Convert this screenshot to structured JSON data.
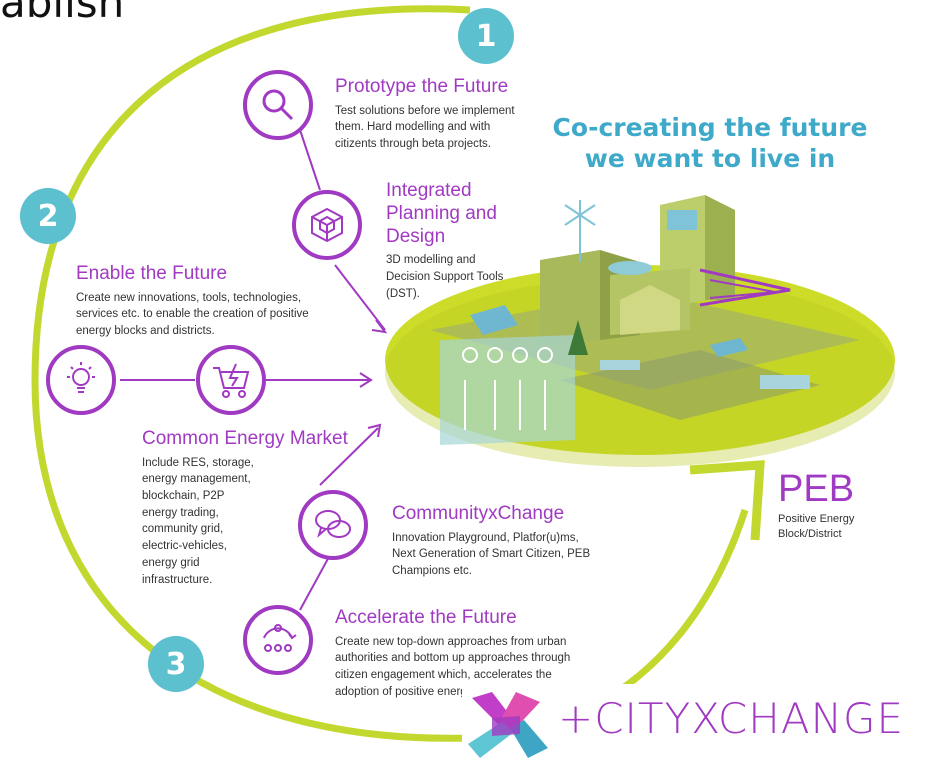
{
  "page_title_fragment": "ablish",
  "tagline": {
    "line1": "Co-creating the future",
    "line2": "we want to live in"
  },
  "steps": [
    {
      "number": "1",
      "icon": "step-1-badge"
    },
    {
      "number": "2",
      "icon": "step-2-badge"
    },
    {
      "number": "3",
      "icon": "step-3-badge"
    }
  ],
  "blocks": {
    "prototype": {
      "title": "Prototype the Future",
      "text": "Test solutions before we implement them. Hard modelling and with citizents through beta projects.",
      "icon": "magnifier-icon"
    },
    "integrated": {
      "title": "Integrated Planning and Design",
      "text": "3D modelling and Decision Support Tools (DST).",
      "icon": "cube-icon"
    },
    "enable": {
      "title": "Enable the Future",
      "text": "Create new innovations, tools, technologies, services etc. to enable the creation of positive energy blocks and districts.",
      "icon": "lightbulb-icon"
    },
    "market": {
      "title": "Common Energy Market",
      "text": "Include RES, storage, energy management, blockchain, P2P energy trading, community grid, electric-vehicles, energy grid infrastructure.",
      "icon": "energy-cart-icon"
    },
    "community": {
      "title": "CommunityxChange",
      "text": "Innovation Playground, Platfor(u)ms, Next Generation of Smart Citizen, PEB Champions etc.",
      "icon": "chat-bubbles-icon"
    },
    "accelerate": {
      "title": "Accelerate the Future",
      "text": "Create new top-down approaches from urban authorities and bottom up approaches through citizen engagement which, accelerates the adoption of positive energy blocks and districts.",
      "icon": "people-cycle-icon"
    }
  },
  "peb": {
    "title": "PEB",
    "subtitle": "Positive Energy Block/District"
  },
  "logo": {
    "text": "+CITYXCHANGE"
  },
  "colors": {
    "purple": "#a13ac2",
    "lime": "#c3d82f",
    "teal": "#5dc0cf",
    "tagline": "#3ea9c9"
  }
}
